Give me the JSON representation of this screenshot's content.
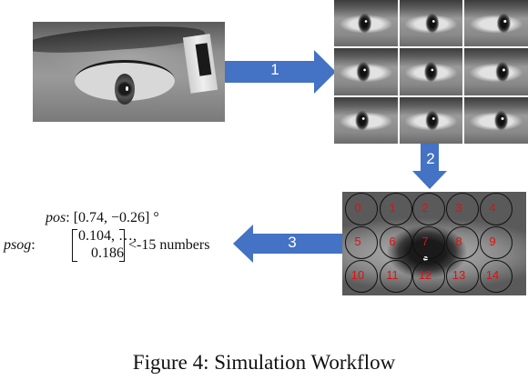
{
  "arrows": {
    "step1": "1",
    "step2": "2",
    "step3": "3"
  },
  "psog_cells": [
    "0",
    "1",
    "2",
    "3",
    "4",
    "5",
    "6",
    "7",
    "8",
    "9",
    "10",
    "11",
    "12",
    "13",
    "14"
  ],
  "output": {
    "pos_label": "pos",
    "pos_value": "[0.74, −0.26] °",
    "psog_label": "psog",
    "psog_top": "0.104, …,",
    "psog_bottom": "0.186",
    "psog_note": "<-15 numbers"
  },
  "caption": "Figure 4: Simulation Workflow",
  "colors": {
    "arrow": "#4472c4",
    "cell_numbers": "#e01010"
  }
}
